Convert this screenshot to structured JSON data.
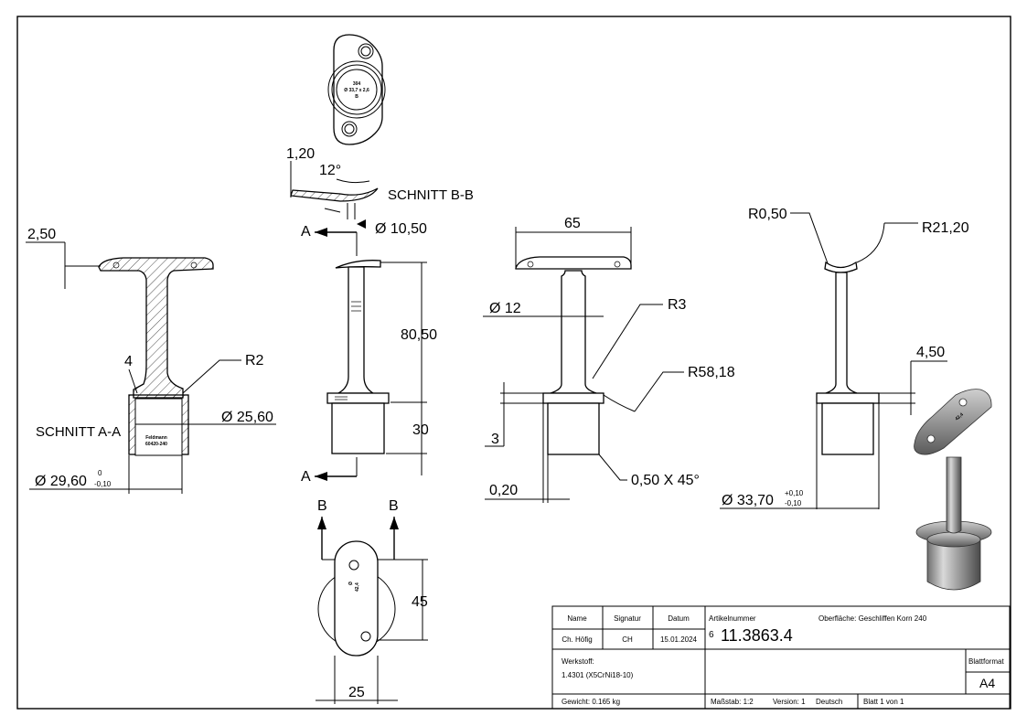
{
  "drawing": {
    "section_a": "SCHNITT A-A",
    "section_b": "SCHNITT B-B",
    "arrow_a": "A",
    "arrow_b": "B",
    "engraving_top": "304",
    "engraving_mid": "Ø 33,7 x 2,6",
    "engraving_bot": "B",
    "engraving_side": "42,4",
    "engraving_side2": "Ø",
    "engraving_iso": "42,4",
    "logo_line1": "Feldmann",
    "logo_line2": "60420-240",
    "dims": {
      "wall_top": "2,50",
      "wall": "4",
      "r2": "R2",
      "d_inner": "Ø 25,60",
      "d_outer": "Ø 29,60",
      "tol_outer_top": "0",
      "tol_outer_bot": "-0,10",
      "t120": "1,20",
      "a12": "12°",
      "d1050": "Ø 10,50",
      "h8050": "80,50",
      "h30": "30",
      "h45": "45",
      "w25": "25",
      "w65": "65",
      "d12": "Ø 12",
      "r3": "R3",
      "r5818": "R58,18",
      "h3": "3",
      "c020": "0,20",
      "ch": "0,50 X 45°",
      "r050": "R0,50",
      "r2120": "R21,20",
      "t450": "4,50",
      "d3370": "Ø 33,70",
      "tol_3370_top": "+0,10",
      "tol_3370_bot": "-0,10"
    }
  },
  "title_block": {
    "h_name": "Name",
    "h_signatur": "Signatur",
    "h_datum": "Datum",
    "name": "Ch. Höfig",
    "signatur": "CH",
    "datum": "15.01.2024",
    "artikel_label": "Artikelnummer",
    "oberflaeche": "Oberfläche:  Geschliffen Korn 240",
    "artikel_prefix": "6",
    "artikel": "11.3863.4",
    "werkstoff_label": "Werkstoff:",
    "werkstoff": "1.4301 (X5CrNi18-10)",
    "blattformat_label": "Blattformat",
    "blattformat": "A4",
    "gewicht": "Gewicht: 0.165 kg",
    "massstab": "Maßstab: 1:2",
    "version": "Version: 1",
    "sprache": "Deutsch",
    "blatt": "Blatt 1 von 1"
  }
}
